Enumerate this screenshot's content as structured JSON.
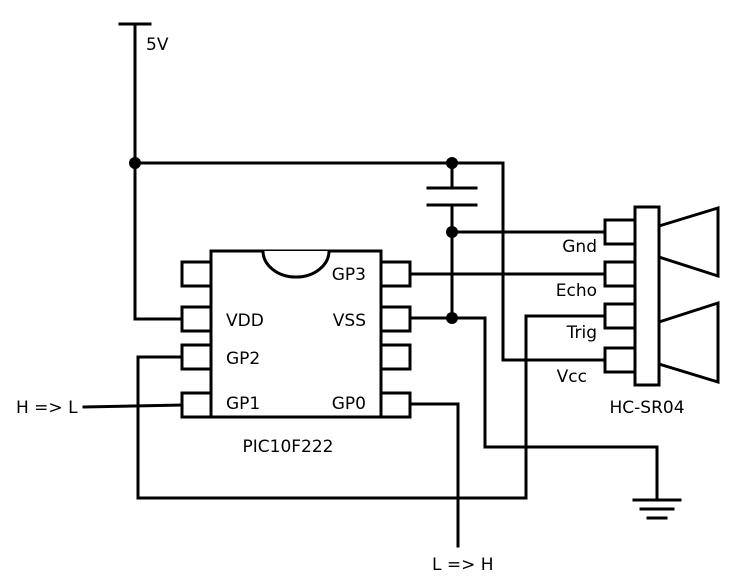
{
  "power": {
    "supply_label": "5V"
  },
  "ic": {
    "part_label": "PIC10F222",
    "pins_left": [
      "VDD",
      "GP2",
      "GP1"
    ],
    "pins_right": [
      "GP3",
      "VSS",
      "GP0"
    ]
  },
  "sensor": {
    "part_label": "HC-SR04",
    "pins": [
      "Gnd",
      "Echo",
      "Trig",
      "Vcc"
    ]
  },
  "signals": {
    "input_label": "H => L",
    "output_label": "L => H"
  }
}
